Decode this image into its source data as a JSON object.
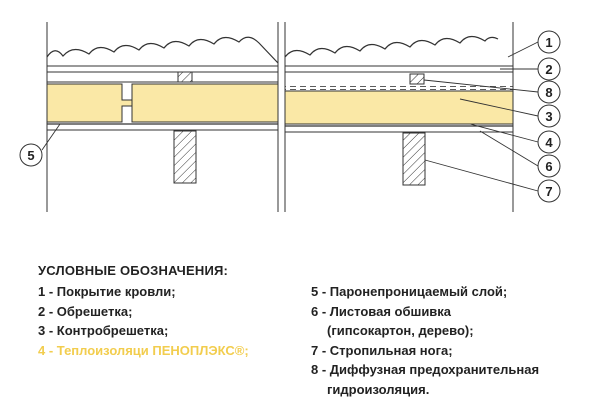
{
  "callouts": [
    "1",
    "2",
    "3",
    "4",
    "5",
    "6",
    "7",
    "8"
  ],
  "legend": {
    "title": "УСЛОВНЫЕ ОБОЗНАЧЕНИЯ:",
    "left": [
      "1 - Покрытие кровли;",
      "2 - Обрешетка;",
      "3 - Контробрешетка;",
      "4 - Теплоизоляци ПЕНОПЛЭКС®;"
    ],
    "right": [
      "5 - Паронепроницаемый слой;",
      "6 - Листовая обшивка",
      "(гипсокартон, дерево);",
      "7 - Стропильная нога;",
      "8 - Диффузная предохранительная",
      "гидроизоляция."
    ],
    "highlight_color": "#f2cd4e"
  },
  "colors": {
    "insulation_fill": "#fae8a6",
    "line": "#333333"
  }
}
